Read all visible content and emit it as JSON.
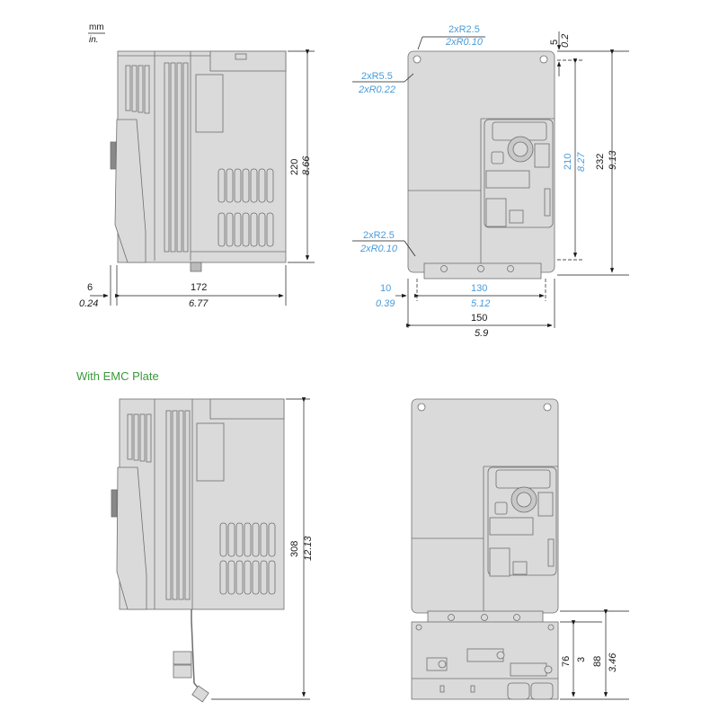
{
  "units": {
    "primary": "mm",
    "secondary": "in."
  },
  "section_title_emc": "With EMC Plate",
  "colors": {
    "body_fill": "#dadada",
    "body_stroke": "#6e6e6e",
    "dim_black": "#1a1a1a",
    "dim_blue": "#4a9bd9",
    "title_green": "#3a9a3a"
  },
  "side_view": {
    "height": {
      "mm": "220",
      "in": "8.66"
    },
    "depth": {
      "mm": "172",
      "in": "6.77"
    },
    "offset": {
      "mm": "6",
      "in": "0.24"
    }
  },
  "front_view": {
    "top_corner_radius": {
      "mm": "2xR2.5",
      "in": "2xR0.10"
    },
    "mount_hole_radius": {
      "mm": "2xR5.5",
      "in": "2xR0.22"
    },
    "bottom_corner_radius": {
      "mm": "2xR2.5",
      "in": "2xR0.10"
    },
    "top_offset": {
      "mm": "5",
      "in": "0.2"
    },
    "mount_height": {
      "mm": "210",
      "in": "8.27"
    },
    "total_height": {
      "mm": "232",
      "in": "9.13"
    },
    "left_offset": {
      "mm": "10",
      "in": "0.39"
    },
    "mount_width": {
      "mm": "130",
      "in": "5.12"
    },
    "total_width": {
      "mm": "150",
      "in": "5.9"
    }
  },
  "emc_side_view": {
    "total_height": {
      "mm": "308",
      "in": "12.13"
    }
  },
  "emc_front_view": {
    "plate_height": {
      "mm": "76",
      "in": "3"
    },
    "plate_total": {
      "mm": "88",
      "in": "3.46"
    }
  }
}
